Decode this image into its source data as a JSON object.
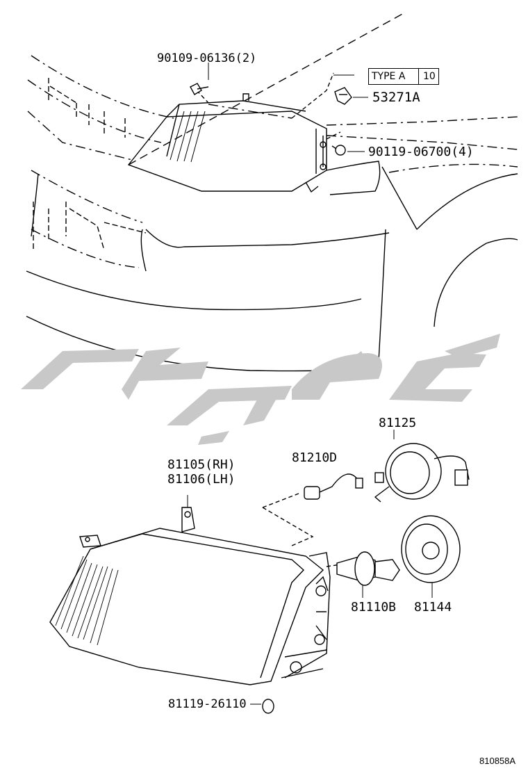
{
  "labels": {
    "bolt_top": "90109-06136(2)",
    "type_box_left": "TYPE A",
    "type_box_right": "10",
    "clip": "53271A",
    "screw": "90119-06700(4)",
    "headlamp_rh": "81105(RH)",
    "headlamp_lh": "81106(LH)",
    "socket_small": "81210D",
    "socket_large": "81125",
    "bulb": "81110B",
    "cap": "81144",
    "plug": "81119-26110"
  },
  "figure_code": "810858A",
  "icons": [
    "hex-bolt-icon",
    "clip-icon",
    "screw-icon",
    "bulb-icon",
    "socket-icon",
    "cover-cap-icon",
    "grommet-icon"
  ],
  "colors": {
    "line": "#000000",
    "watermark": "#c8c8c8",
    "background": "#ffffff"
  }
}
